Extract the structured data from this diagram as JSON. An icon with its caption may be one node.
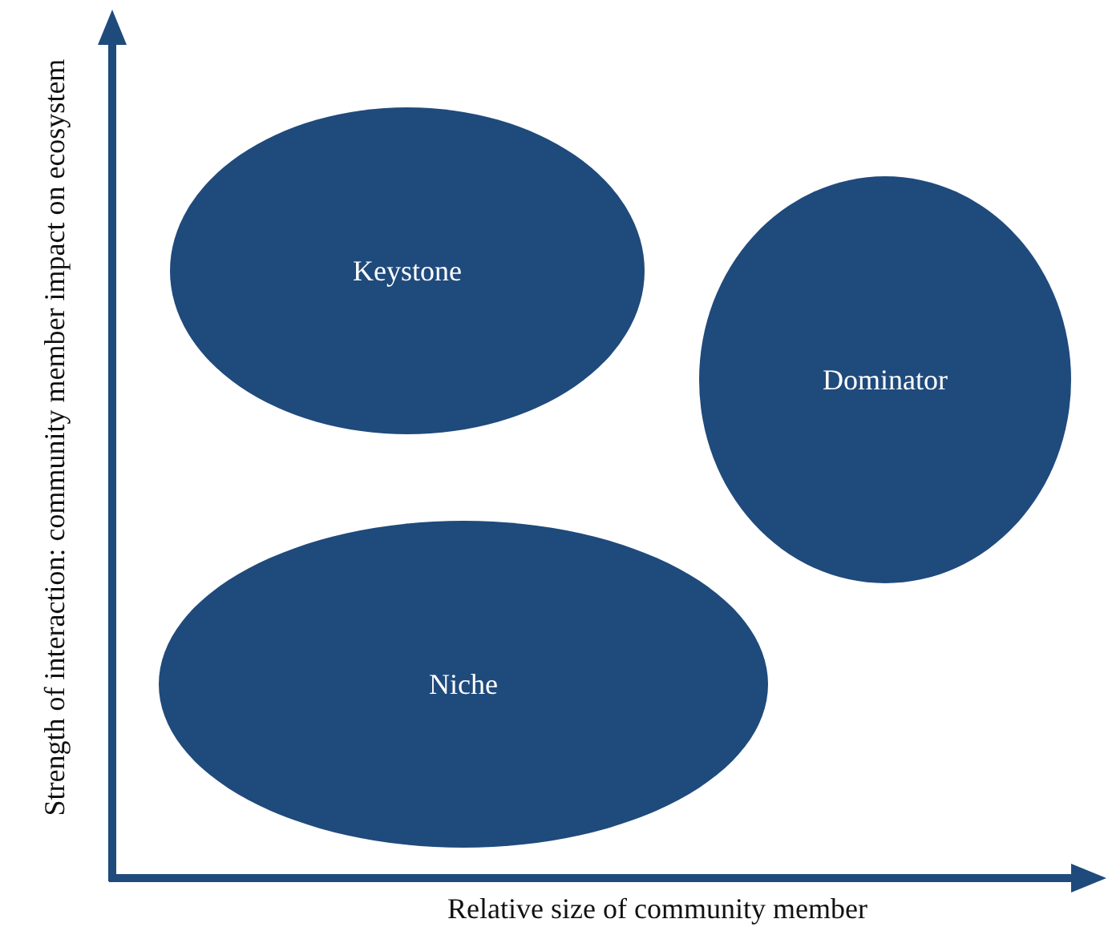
{
  "diagram": {
    "nodes": [
      {
        "text": [
          "Keystone"
        ]
      },
      {
        "text": [
          "Dominator"
        ]
      },
      {
        "text": [
          "Niche"
        ]
      }
    ],
    "labels": [
      "Strength of interaction: community member impact on ecosystem",
      "Relative size of community member"
    ]
  }
}
